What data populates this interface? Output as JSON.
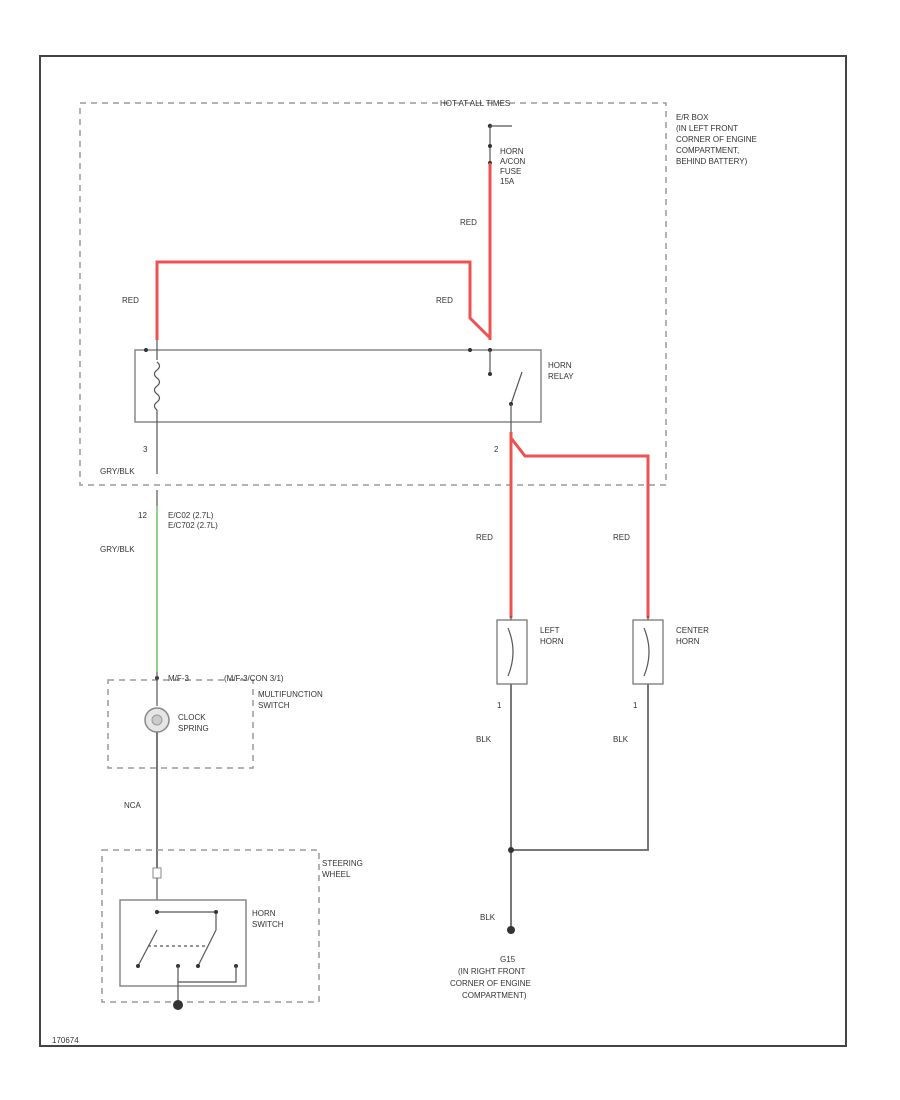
{
  "labels": {
    "hot": "HOT AT ALL TIMES",
    "ep_box_1": "E/R BOX",
    "ep_box_2": "(IN LEFT FRONT",
    "ep_box_3": "CORNER OF ENGINE",
    "ep_box_4": "COMPARTMENT,",
    "ep_box_5": "BEHIND BATTERY)",
    "fuse_1": "HORN",
    "fuse_2": "A/CON",
    "fuse_3": "FUSE",
    "fuse_4": "15A",
    "red_fuse": "RED",
    "red_left_top": "RED",
    "red_right_top": "RED",
    "relay_1": "HORN",
    "relay_2": "RELAY",
    "pin3": "3",
    "pin2": "2",
    "gry_blk_1": "GRY/BLK",
    "conn_pin": "12",
    "conn_1": "E/C02   (2.7L)",
    "conn_2": "E/C702  (2.7L)",
    "gry_blk_2": "GRY/BLK",
    "red_left_horn": "RED",
    "red_center_horn": "RED",
    "left_horn_1": "LEFT",
    "left_horn_2": "HORN",
    "center_horn_1": "CENTER",
    "center_horn_2": "HORN",
    "mfs_pin": "M/F-3",
    "mfs_conn": "(M/F-3/CON 3/1)",
    "mfs_1": "MULTIFUNCTION",
    "mfs_2": "SWITCH",
    "clock_1": "CLOCK",
    "clock_2": "SPRING",
    "horn_pin_left": "1",
    "horn_pin_center": "1",
    "blk_left": "BLK",
    "blk_center": "BLK",
    "nca": "NCA",
    "steer_1": "STEERING",
    "steer_2": "WHEEL",
    "hsw_1": "HORN",
    "hsw_2": "SWITCH",
    "blk_ground": "BLK",
    "g_name": "G15",
    "g_1": "(IN RIGHT FRONT",
    "g_2": "CORNER OF ENGINE",
    "g_3": "COMPARTMENT)",
    "fig_id": "170674"
  },
  "colors": {
    "red_wire": "#ef5050",
    "green_wire": "#8fd08a",
    "ground_wire": "#777777"
  }
}
